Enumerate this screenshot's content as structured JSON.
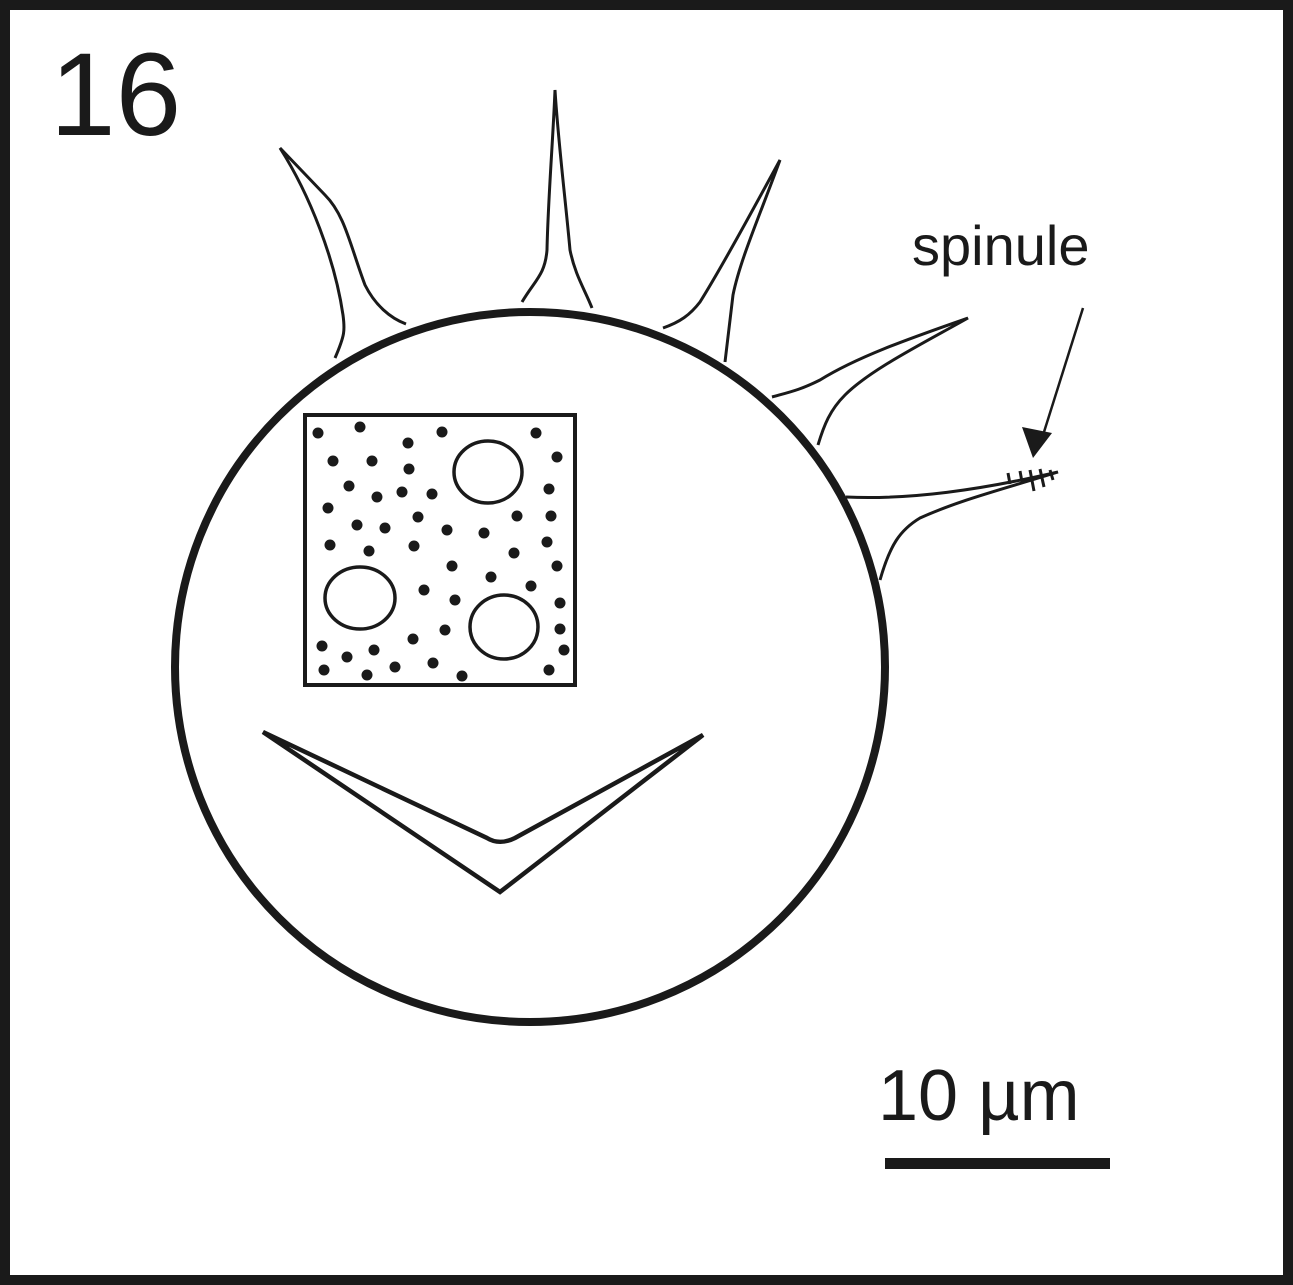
{
  "figure": {
    "panel_number": "16",
    "annotation": "spinule",
    "scale_bar": "10 µm",
    "colors": {
      "ink": "#1a1a1a",
      "background": "#ffffff"
    }
  }
}
